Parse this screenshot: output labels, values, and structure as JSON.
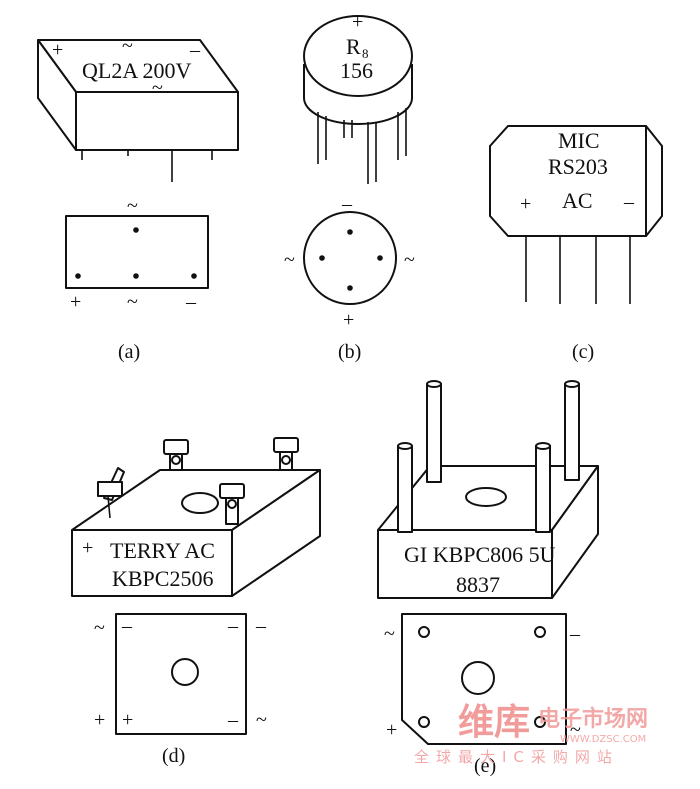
{
  "symbols": {
    "plus": "+",
    "minus": "–",
    "ac": "~"
  },
  "a": {
    "body_text": "QL2A 200V",
    "caption": "(a)"
  },
  "b": {
    "label_main": "R",
    "label_sub": "8",
    "label_code": "156",
    "caption": "(b)"
  },
  "c": {
    "line1": "MIC",
    "line2": "RS203",
    "line3": "AC",
    "caption": "(c)"
  },
  "d": {
    "line1": "TERRY AC",
    "line2": "KBPC2506",
    "caption": "(d)"
  },
  "e": {
    "line1": "GI KBPC806 5U",
    "line2": "8837",
    "caption": "(e)"
  },
  "watermark": {
    "brand": "维库",
    "title": "电子市场网",
    "url": "WWW.DZSC.COM",
    "slogan": "全球最大IC采购网站"
  }
}
